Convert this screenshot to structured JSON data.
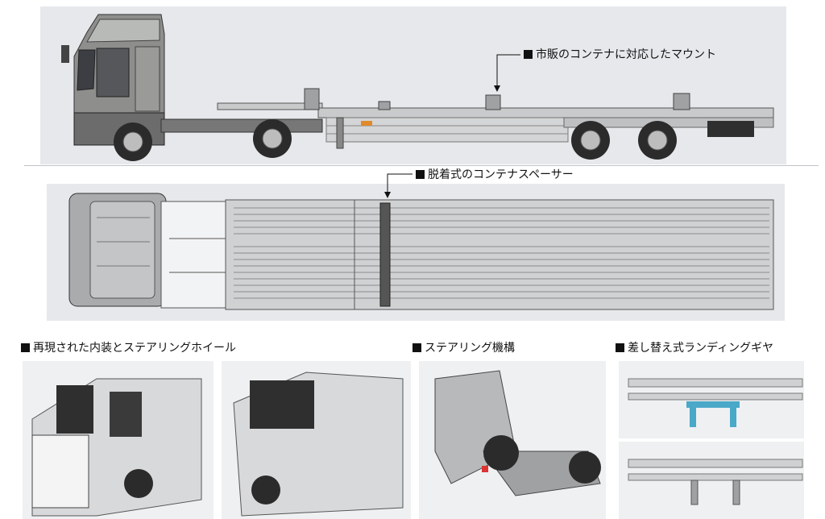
{
  "callouts": {
    "mount": "市販のコンテナに対応したマウント",
    "spacer": "脱着式のコンテナスペーサー"
  },
  "sections": {
    "interior": "再現された内装とステアリングホイール",
    "steering": "ステアリング機構",
    "landing_gear": "差し替え式ランディングギヤ"
  },
  "colors": {
    "panel": "#e6e8eb",
    "truck_body": "#8e8e8c",
    "trailer": "#c9cacb",
    "leg_accent": "#4aa8c8"
  }
}
